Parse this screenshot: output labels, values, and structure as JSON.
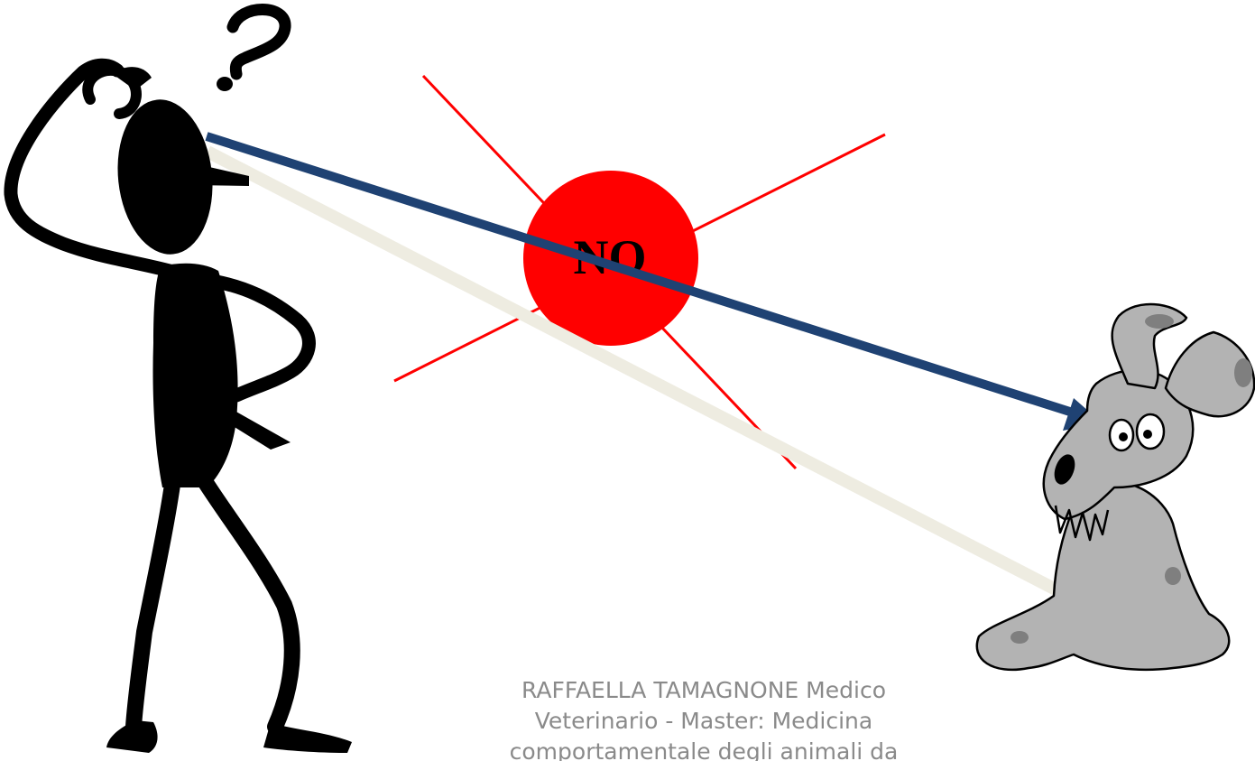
{
  "slide": {
    "no_label": "NO",
    "footer_text": "RAFFAELLA TAMAGNONE  Medico Veterinario -  Master: Medicina comportamentale degli animali da"
  },
  "colors": {
    "background": "#ffffff",
    "stop_circle": "#ff0000",
    "burst_lines": "#ff0000",
    "blue_arrow": "#1f4273",
    "pale_arrow": "#eeece1",
    "figure_fill": "#000000",
    "dog_fill": "#b3b3b3",
    "dog_spots": "#7f7f7f",
    "footer_text": "#8a8a8a"
  },
  "icons": {
    "person": "thinking-person-silhouette",
    "question_mark": "question-mark",
    "dog": "cartoon-dog"
  }
}
